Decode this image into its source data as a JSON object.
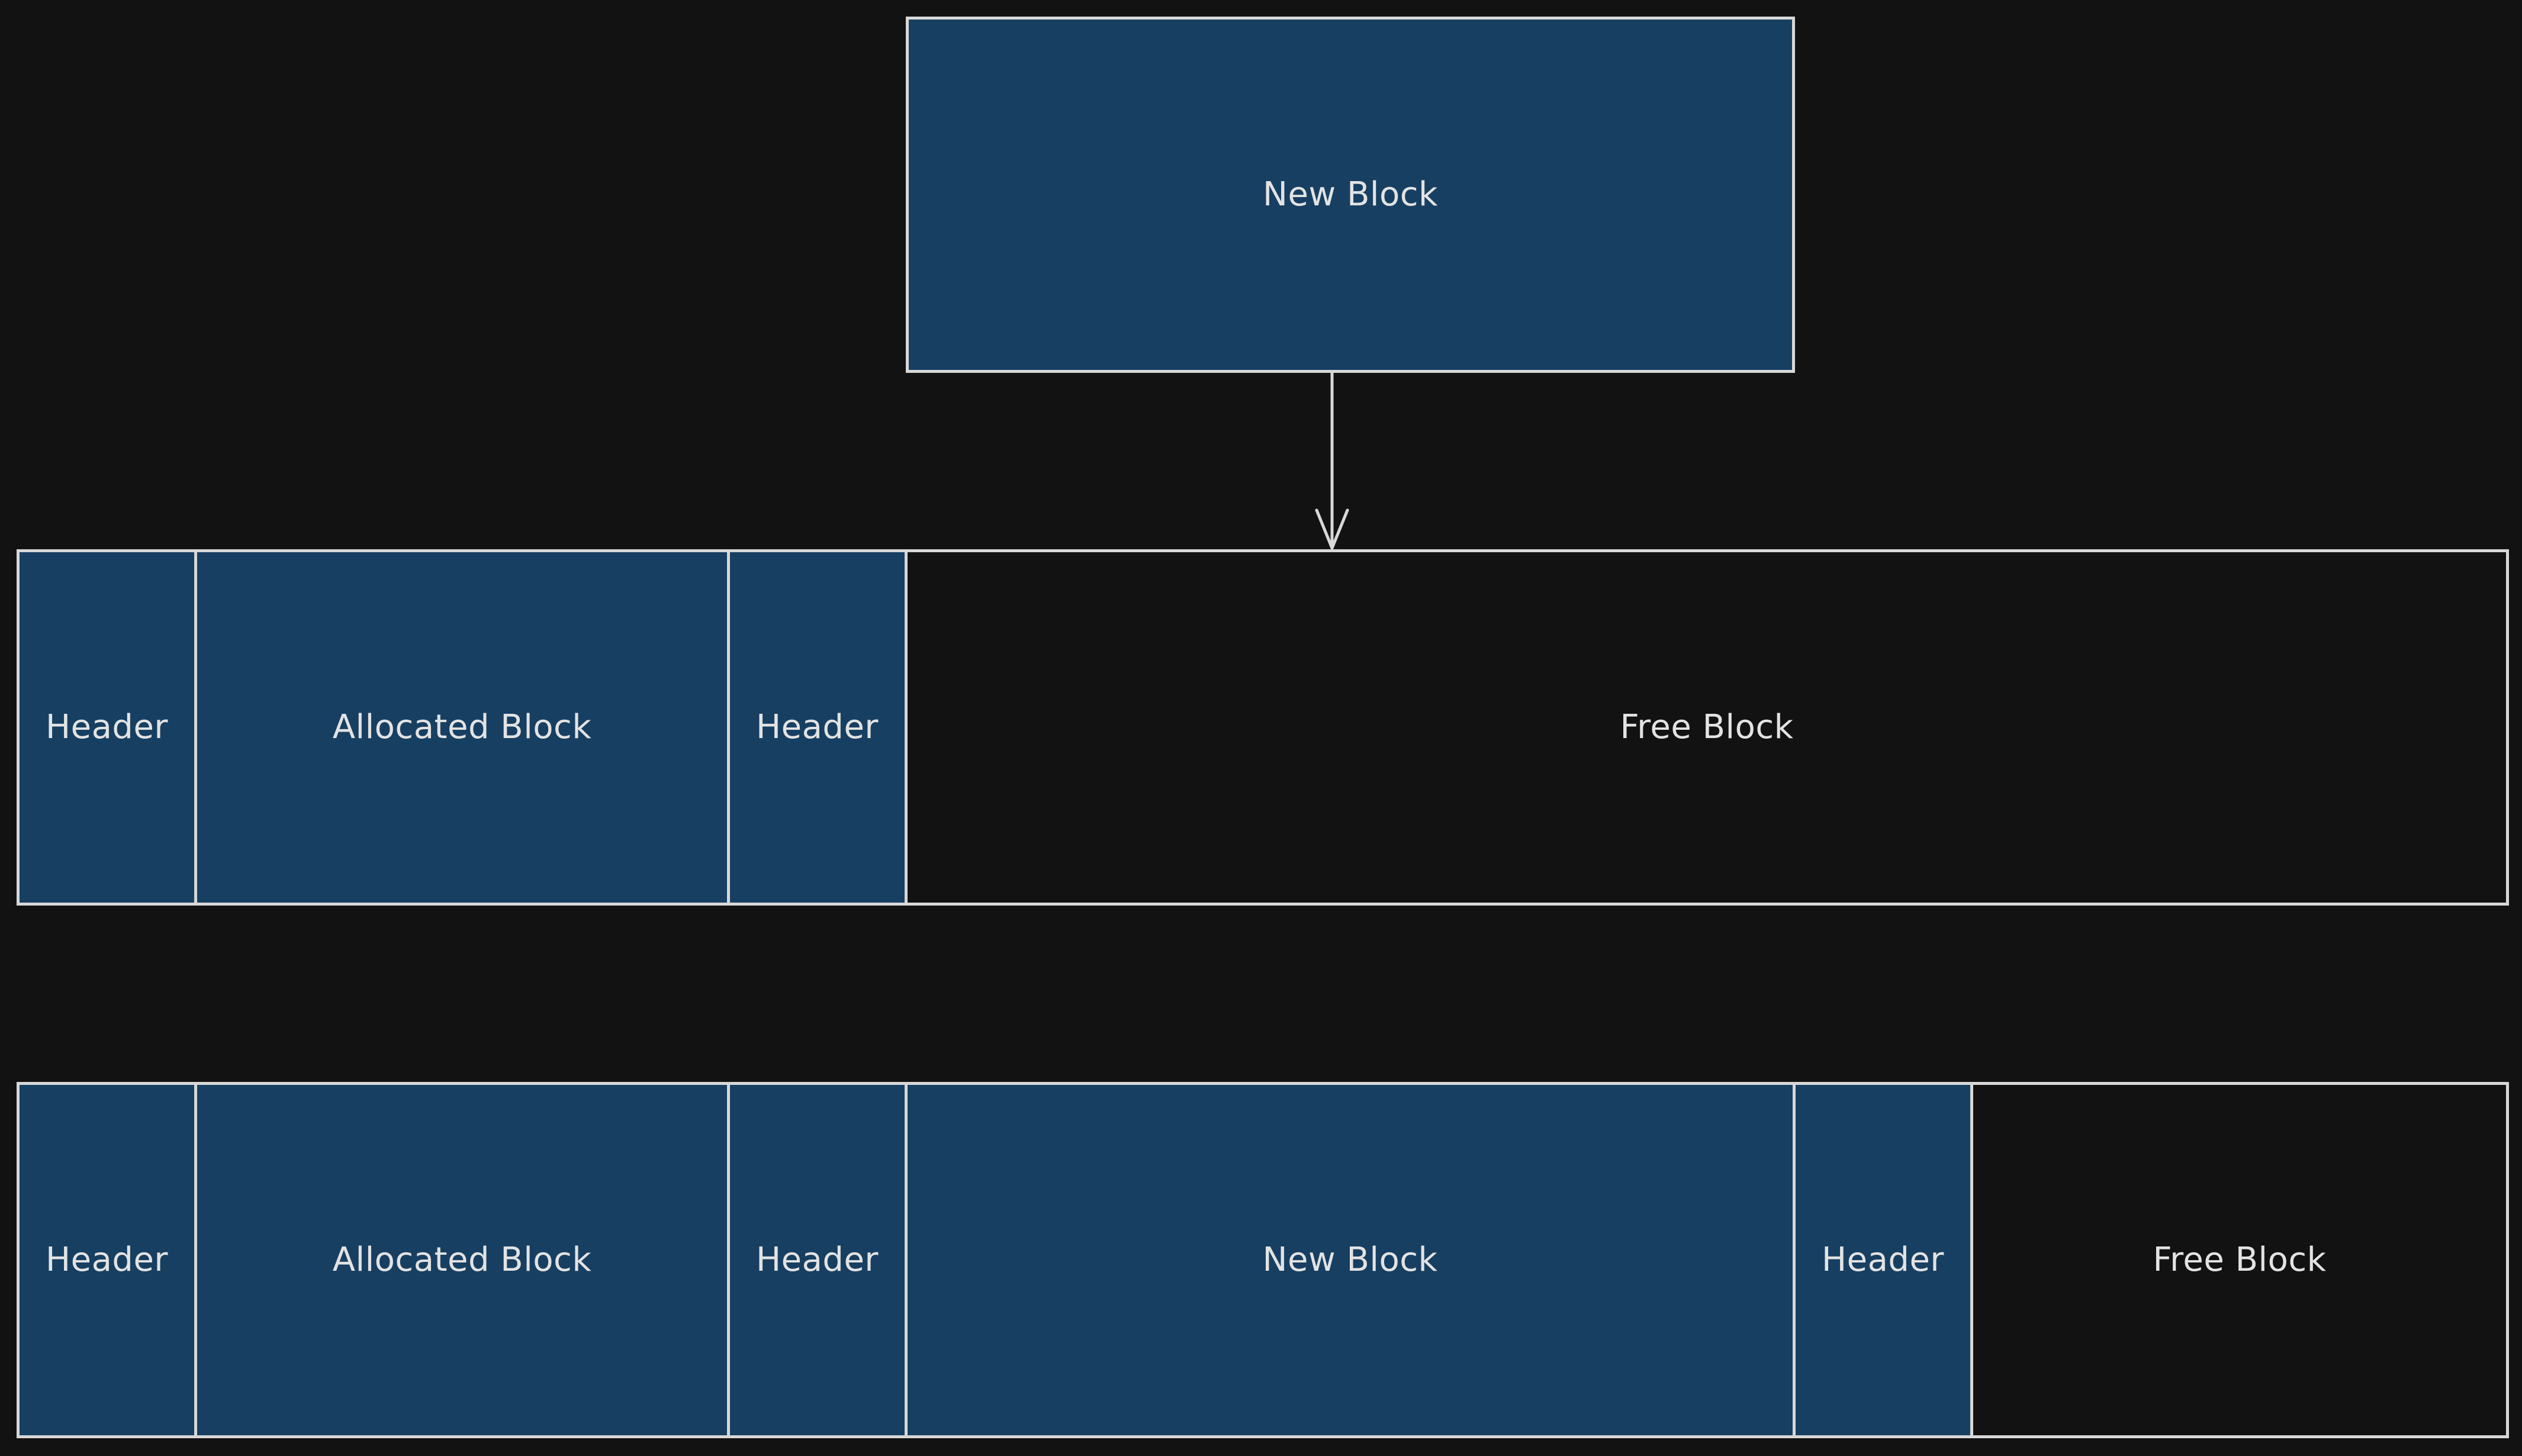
{
  "colors": {
    "background": "#121212",
    "allocated_fill": "#173f62",
    "free_fill": "#121212",
    "stroke": "#d8d8d8",
    "text": "#e3e3e3"
  },
  "top_block": {
    "label": "New Block"
  },
  "row1": {
    "segments": [
      {
        "label": "Header",
        "kind": "allocated"
      },
      {
        "label": "Allocated Block",
        "kind": "allocated"
      },
      {
        "label": "Header",
        "kind": "allocated"
      },
      {
        "label": "Free Block",
        "kind": "free"
      }
    ]
  },
  "row2": {
    "segments": [
      {
        "label": "Header",
        "kind": "allocated"
      },
      {
        "label": "Allocated Block",
        "kind": "allocated"
      },
      {
        "label": "Header",
        "kind": "allocated"
      },
      {
        "label": "New Block",
        "kind": "allocated"
      },
      {
        "label": "Header",
        "kind": "allocated"
      },
      {
        "label": "Free Block",
        "kind": "free"
      }
    ]
  }
}
